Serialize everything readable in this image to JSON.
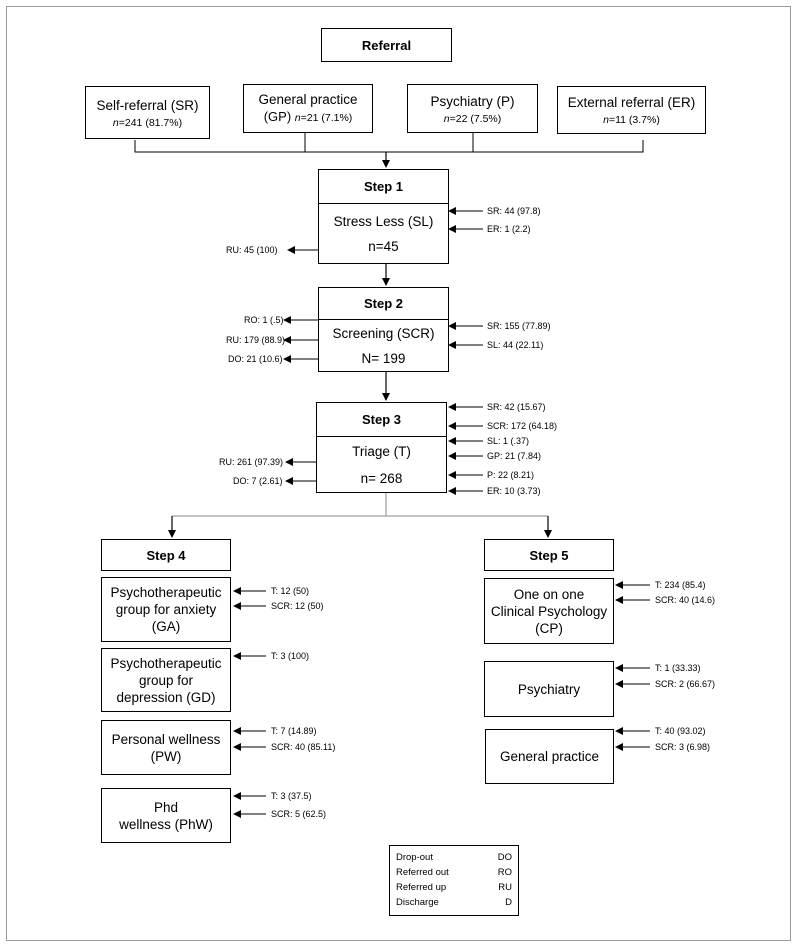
{
  "referral": {
    "title": "Referral"
  },
  "sources": [
    {
      "id": "sr",
      "label1": "Self-referral (SR)",
      "label2": "",
      "n": "n=241 (81.7%)"
    },
    {
      "id": "gp",
      "label1": "General practice",
      "label2": "(GP)",
      "n": "n=21 (7.1%)"
    },
    {
      "id": "p",
      "label1": "Psychiatry (P)",
      "label2": "",
      "n": "n=22 (7.5%)"
    },
    {
      "id": "er",
      "label1": "External referral (ER)",
      "label2": "",
      "n": "n=11 (3.7%)"
    }
  ],
  "step1": {
    "title": "Step 1",
    "name": "Stress Less (SL)",
    "n": "n=45",
    "in": [
      "SR: 44 (97.8)",
      "ER: 1 (2.2)"
    ],
    "out": [
      "RU: 45 (100)"
    ]
  },
  "step2": {
    "title": "Step 2",
    "name": "Screening (SCR)",
    "n": "N= 199",
    "in": [
      "SR: 155 (77.89)",
      "SL: 44 (22.11)"
    ],
    "out": [
      "RO: 1 (.5)",
      "RU: 179 (88.9)",
      "DO: 21 (10.6)"
    ]
  },
  "step3": {
    "title": "Step 3",
    "name": "Triage (T)",
    "n": "n= 268",
    "in": [
      "SR: 42 (15.67)",
      "SCR: 172 (64.18)",
      "SL: 1 (.37)",
      "GP: 21 (7.84)",
      "P: 22 (8.21)",
      "ER: 10 (3.73)"
    ],
    "out": [
      "RU: 261 (97.39)",
      "DO: 7 (2.61)"
    ]
  },
  "step4": {
    "title": "Step 4",
    "items": [
      {
        "lines": [
          "Psychotherapeutic",
          "group for anxiety",
          "(GA)"
        ],
        "in": [
          "T: 12 (50)",
          "SCR: 12 (50)"
        ]
      },
      {
        "lines": [
          "Psychotherapeutic",
          "group for",
          "depression (GD)"
        ],
        "in": [
          "T: 3 (100)"
        ]
      },
      {
        "lines": [
          "Personal wellness",
          "(PW)"
        ],
        "in": [
          "T: 7 (14.89)",
          "SCR: 40 (85.11)"
        ]
      },
      {
        "lines": [
          "Phd",
          "wellness  (PhW)"
        ],
        "in": [
          "T: 3 (37.5)",
          "SCR: 5 (62.5)"
        ]
      }
    ]
  },
  "step5": {
    "title": "Step 5",
    "items": [
      {
        "lines": [
          "One on one",
          "Clinical Psychology",
          "(CP)"
        ],
        "in": [
          "T: 234 (85.4)",
          "SCR: 40 (14.6)"
        ]
      },
      {
        "lines": [
          "Psychiatry"
        ],
        "in": [
          "T: 1 (33.33)",
          "SCR: 2 (66.67)"
        ]
      },
      {
        "lines": [
          "General practice"
        ],
        "in": [
          "T: 40 (93.02)",
          "SCR: 3 (6.98)"
        ]
      }
    ]
  },
  "legend": [
    {
      "term": "Drop-out",
      "abbr": "DO"
    },
    {
      "term": "Referred out",
      "abbr": "RO"
    },
    {
      "term": "Referred up",
      "abbr": "RU"
    },
    {
      "term": "Discharge",
      "abbr": "D"
    }
  ]
}
